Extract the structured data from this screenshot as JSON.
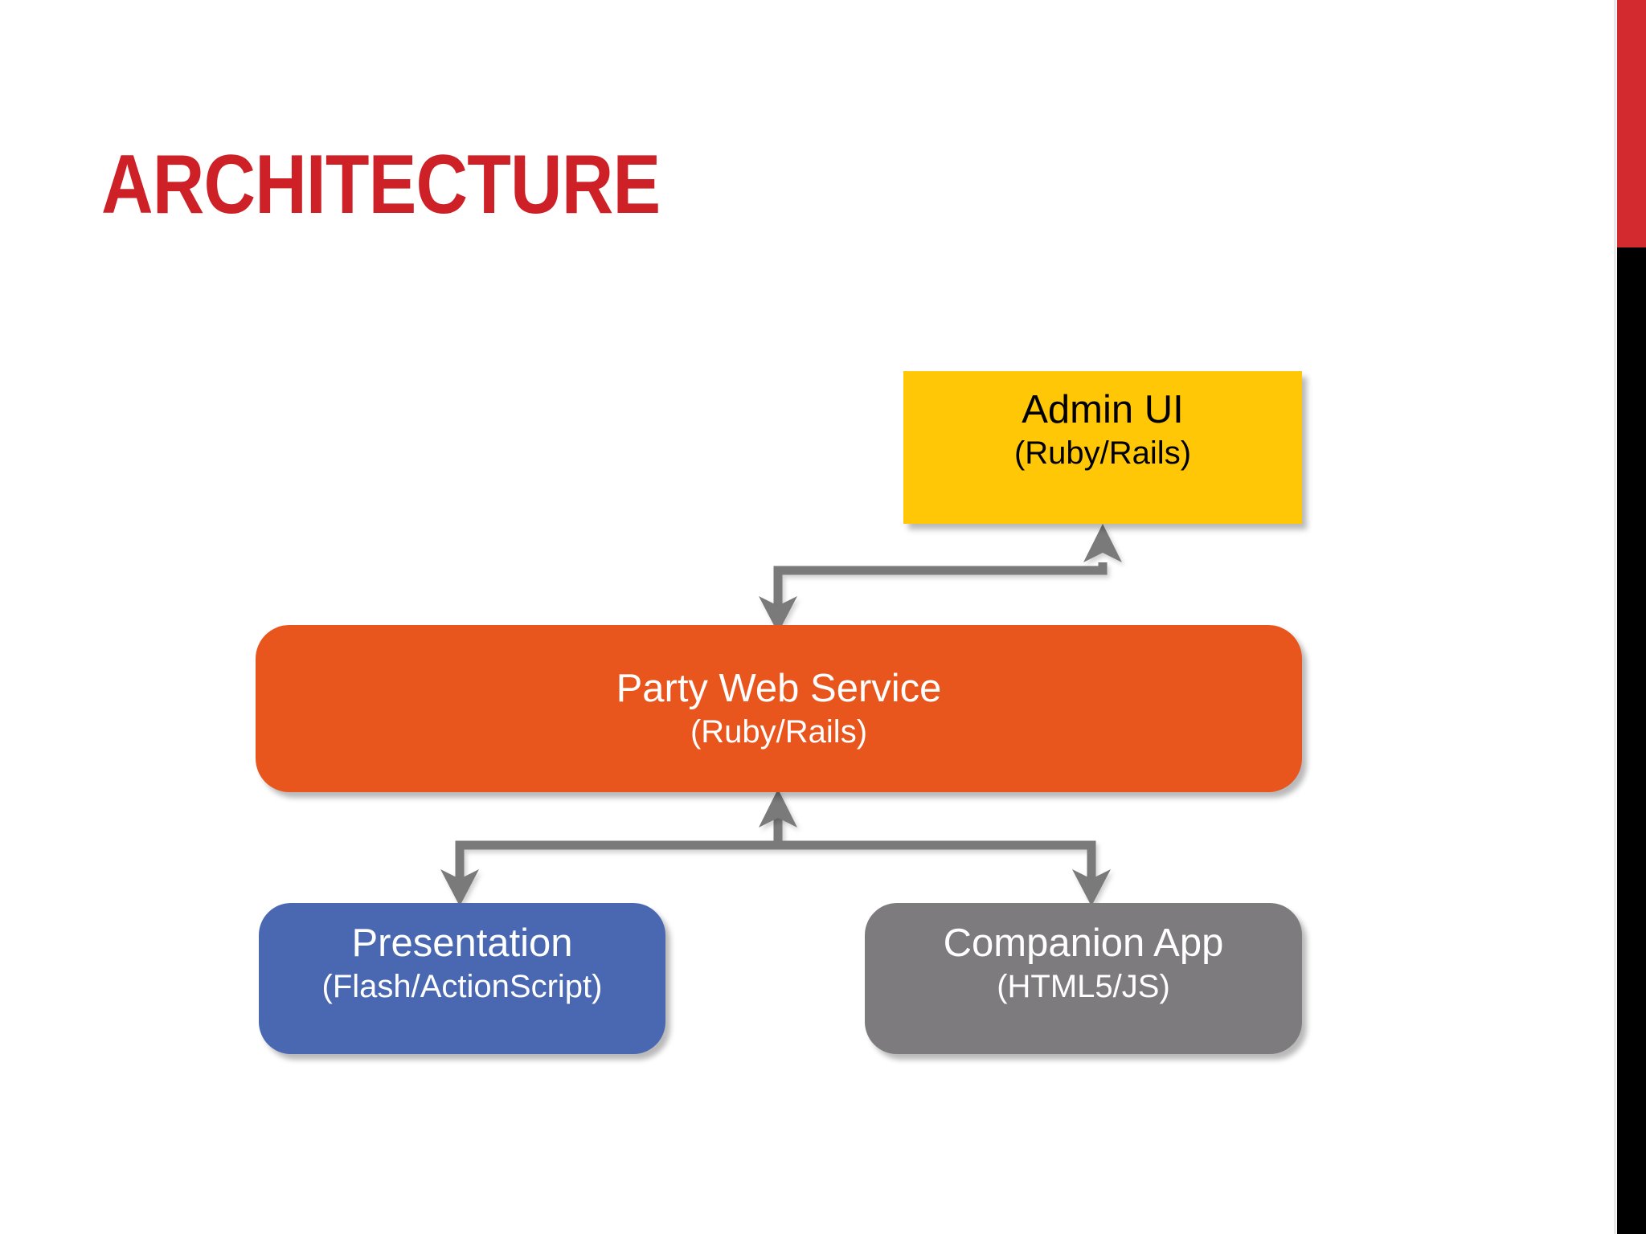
{
  "slide": {
    "title": "ARCHITECTURE",
    "title_color": "#CE2027",
    "background": "#FFFFFF"
  },
  "decor": {
    "right_bar_red_color": "#D32A2F",
    "right_bar_black_color": "#000000"
  },
  "diagram": {
    "type": "layered-architecture-block-diagram",
    "connector_color": "#7A7A7A",
    "nodes": [
      {
        "id": "admin-ui",
        "title": "Admin UI",
        "subtitle": "(Ruby/Rails)",
        "fill": "#FFC706",
        "text_color": "#000000",
        "shape": "rectangle"
      },
      {
        "id": "party-web-service",
        "title": "Party Web Service",
        "subtitle": "(Ruby/Rails)",
        "fill": "#E8561E",
        "text_color": "#FFFFFF",
        "shape": "rounded-rectangle"
      },
      {
        "id": "presentation",
        "title": "Presentation",
        "subtitle": "(Flash/ActionScript)",
        "fill": "#4A68B2",
        "text_color": "#FFFFFF",
        "shape": "rounded-rectangle"
      },
      {
        "id": "companion-app",
        "title": "Companion App",
        "subtitle": "(HTML5/JS)",
        "fill": "#7E7B7E",
        "text_color": "#FFFFFF",
        "shape": "rounded-rectangle"
      }
    ],
    "edges": [
      {
        "from": "party-web-service",
        "to": "admin-ui",
        "style": "elbow",
        "arrows": "both"
      },
      {
        "from": "presentation",
        "to": "party-web-service",
        "style": "elbow",
        "arrows": "both"
      },
      {
        "from": "companion-app",
        "to": "party-web-service",
        "style": "elbow",
        "arrows": "both"
      }
    ]
  }
}
